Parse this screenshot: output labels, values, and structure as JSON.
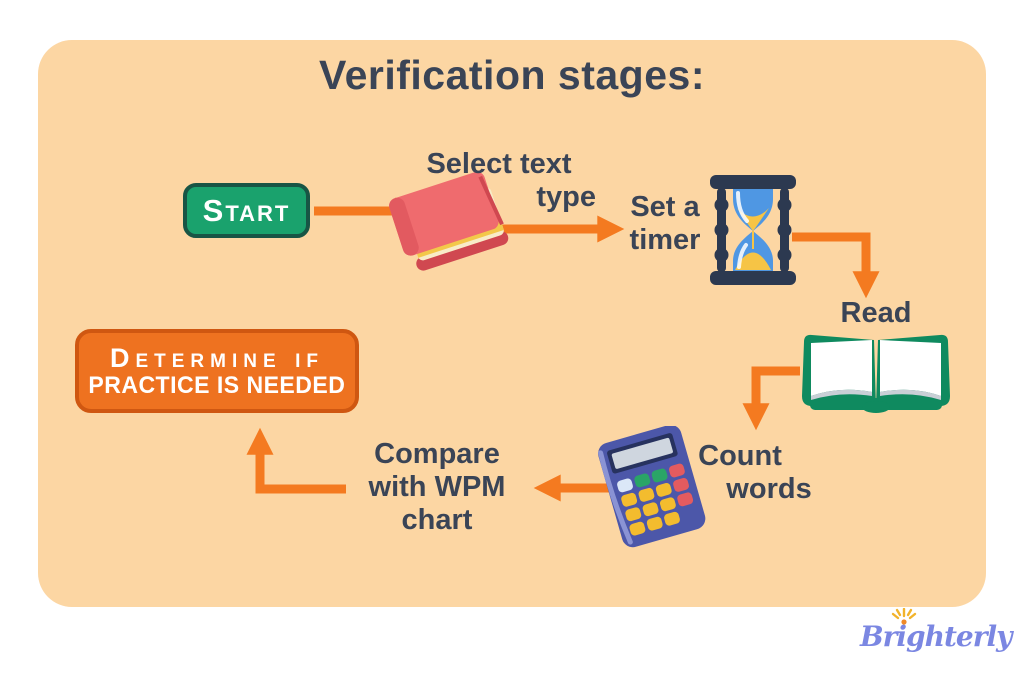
{
  "title": "Verification stages:",
  "brand": {
    "name": "Brighterly"
  },
  "colors": {
    "panel_bg": "#fcd6a3",
    "arrow_orange": "#f47a20",
    "text_dark": "#3a4456",
    "start_green": "#1aa26d",
    "start_border": "#185545",
    "determine_fill": "#ee7220",
    "determine_border": "#cf5711",
    "logo_blue": "#7b87e2"
  },
  "nodes": {
    "start": {
      "label": "Start"
    },
    "select_text": {
      "line1": "Select text",
      "line2": "type",
      "icon": "red-book-icon"
    },
    "set_timer": {
      "line1": "Set a",
      "line2": "timer",
      "icon": "hourglass-icon"
    },
    "read": {
      "label": "Read",
      "icon": "open-book-icon"
    },
    "count_words": {
      "line1": "Count",
      "line2": "words",
      "icon": "calculator-icon"
    },
    "compare": {
      "line1": "Compare",
      "line2": "with WPM",
      "line3": "chart"
    },
    "determine": {
      "line1": "Determine if",
      "line2": "PRACTICE IS NEEDED"
    }
  }
}
